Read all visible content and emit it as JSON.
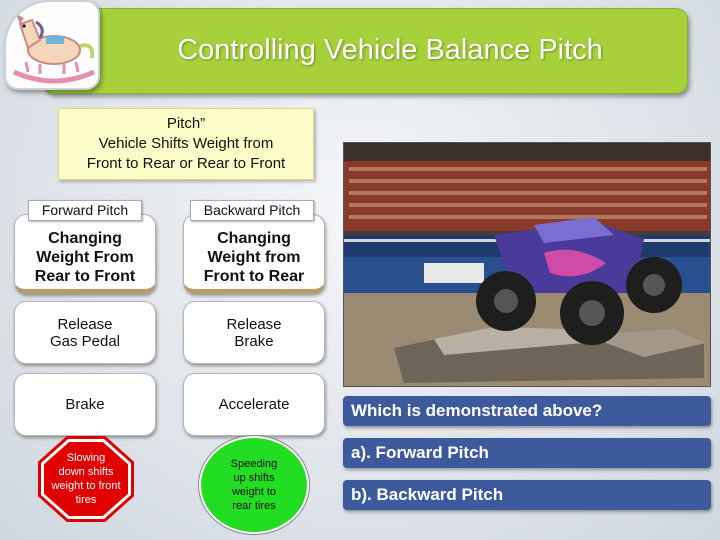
{
  "title": "Controlling Vehicle Balance Pitch",
  "logo_icon": "rocking-horse-icon",
  "pitch_box": {
    "line1": "Pitch”",
    "line2": "Vehicle Shifts Weight from",
    "line3": "Front to Rear or Rear to Front"
  },
  "forward": {
    "tag": "Forward Pitch",
    "desc_line1": "Changing",
    "desc_line2": "Weight From",
    "desc_line3": "Rear to Front",
    "action1_line1": "Release",
    "action1_line2": "Gas Pedal",
    "action2": "Brake",
    "sign_line1": "Slowing",
    "sign_line2": "down shifts",
    "sign_line3": "weight to front",
    "sign_line4": "tires"
  },
  "backward": {
    "tag": "Backward Pitch",
    "desc_line1": "Changing",
    "desc_line2": "Weight from",
    "desc_line3": "Front to Rear",
    "action1_line1": "Release",
    "action1_line2": "Brake",
    "action2": "Accelerate",
    "sign_line1": "Speeding",
    "sign_line2": "up shifts",
    "sign_line3": "weight to",
    "sign_line4": "rear tires"
  },
  "question": "Which is demonstrated above?",
  "answers": [
    "a). Forward Pitch",
    "b). Backward Pitch"
  ],
  "colors": {
    "title_bar": "#a6d13a",
    "question_box": "#3d5a9c",
    "stop_sign": "#e00000",
    "go_circle": "#22dd22",
    "pitch_box": "#fbfcc8"
  }
}
